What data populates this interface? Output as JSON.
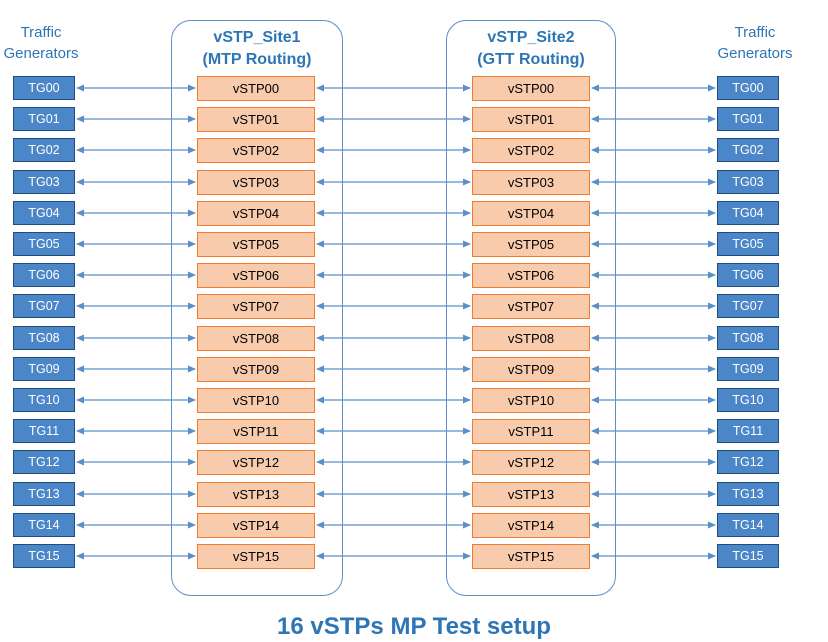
{
  "left_label": [
    "Traffic",
    "Generators"
  ],
  "right_label": [
    "Traffic",
    "Generators"
  ],
  "site1": {
    "title": "vSTP_Site1",
    "subtitle": "(MTP Routing)"
  },
  "site2": {
    "title": "vSTP_Site2",
    "subtitle": "(GTT Routing)"
  },
  "tg_labels": [
    "TG00",
    "TG01",
    "TG02",
    "TG03",
    "TG04",
    "TG05",
    "TG06",
    "TG07",
    "TG08",
    "TG09",
    "TG10",
    "TG11",
    "TG12",
    "TG13",
    "TG14",
    "TG15"
  ],
  "vstp_labels": [
    "vSTP00",
    "vSTP01",
    "vSTP02",
    "vSTP03",
    "vSTP04",
    "vSTP05",
    "vSTP06",
    "vSTP07",
    "vSTP08",
    "vSTP09",
    "vSTP10",
    "vSTP11",
    "vSTP12",
    "vSTP13",
    "vSTP14",
    "vSTP15"
  ],
  "caption": "16 vSTPs MP Test setup",
  "colors": {
    "accent": "#2e75b6",
    "tg_fill": "#4a86c8",
    "tg_border": "#1f4e79",
    "vstp_fill": "#f8cbad",
    "vstp_border": "#ed7d31",
    "arrow": "#5b8fc7"
  }
}
